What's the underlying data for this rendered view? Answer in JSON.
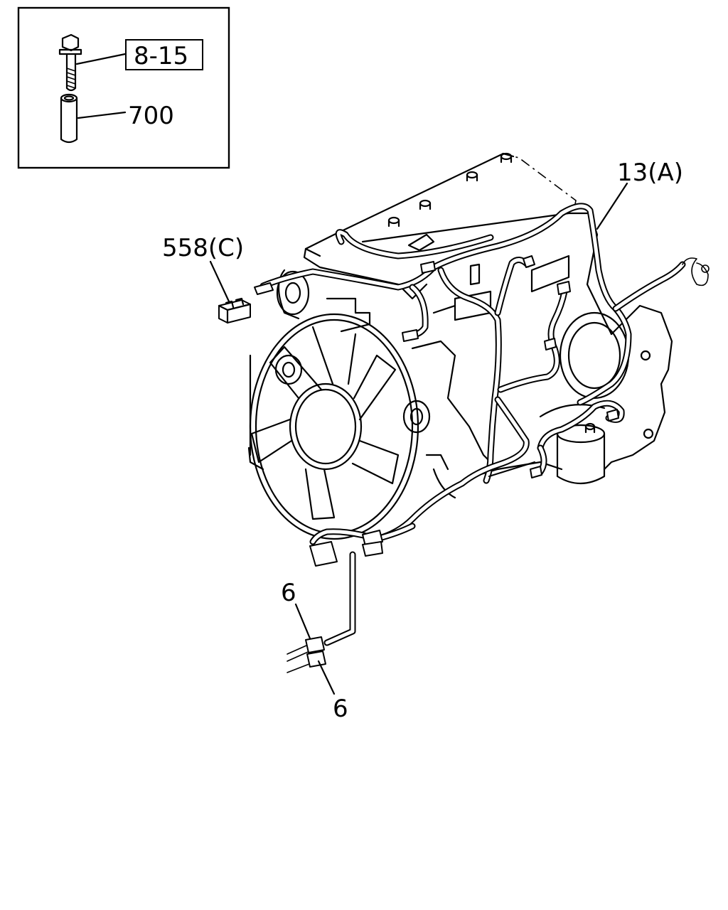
{
  "inset": {
    "callouts": [
      {
        "id": "bolt",
        "text": "8-15",
        "boxed": true
      },
      {
        "id": "sleeve",
        "text": "700",
        "boxed": false
      }
    ]
  },
  "callouts": {
    "harness": "13(A)",
    "connector": "558(C)",
    "clip_upper": "6",
    "clip_lower": "6"
  }
}
